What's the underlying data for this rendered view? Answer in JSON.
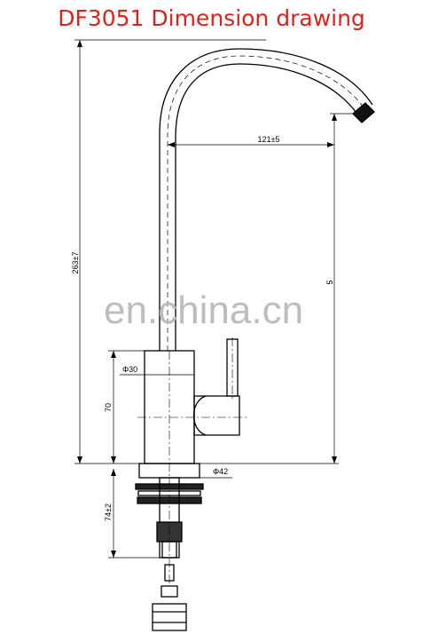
{
  "title": "DF3051 Dimension drawing",
  "colors": {
    "title": "#e0201a",
    "line": "#000000",
    "watermark": "#bdbdbd"
  },
  "dimensions": {
    "total_height": "263±7",
    "reach": "121±5",
    "spout_height_partial": "5",
    "body_diameter": "Φ30",
    "body_height": "70",
    "base_diameter": "Φ42",
    "shank_length": "74±2"
  },
  "watermark": "en.china.cn"
}
